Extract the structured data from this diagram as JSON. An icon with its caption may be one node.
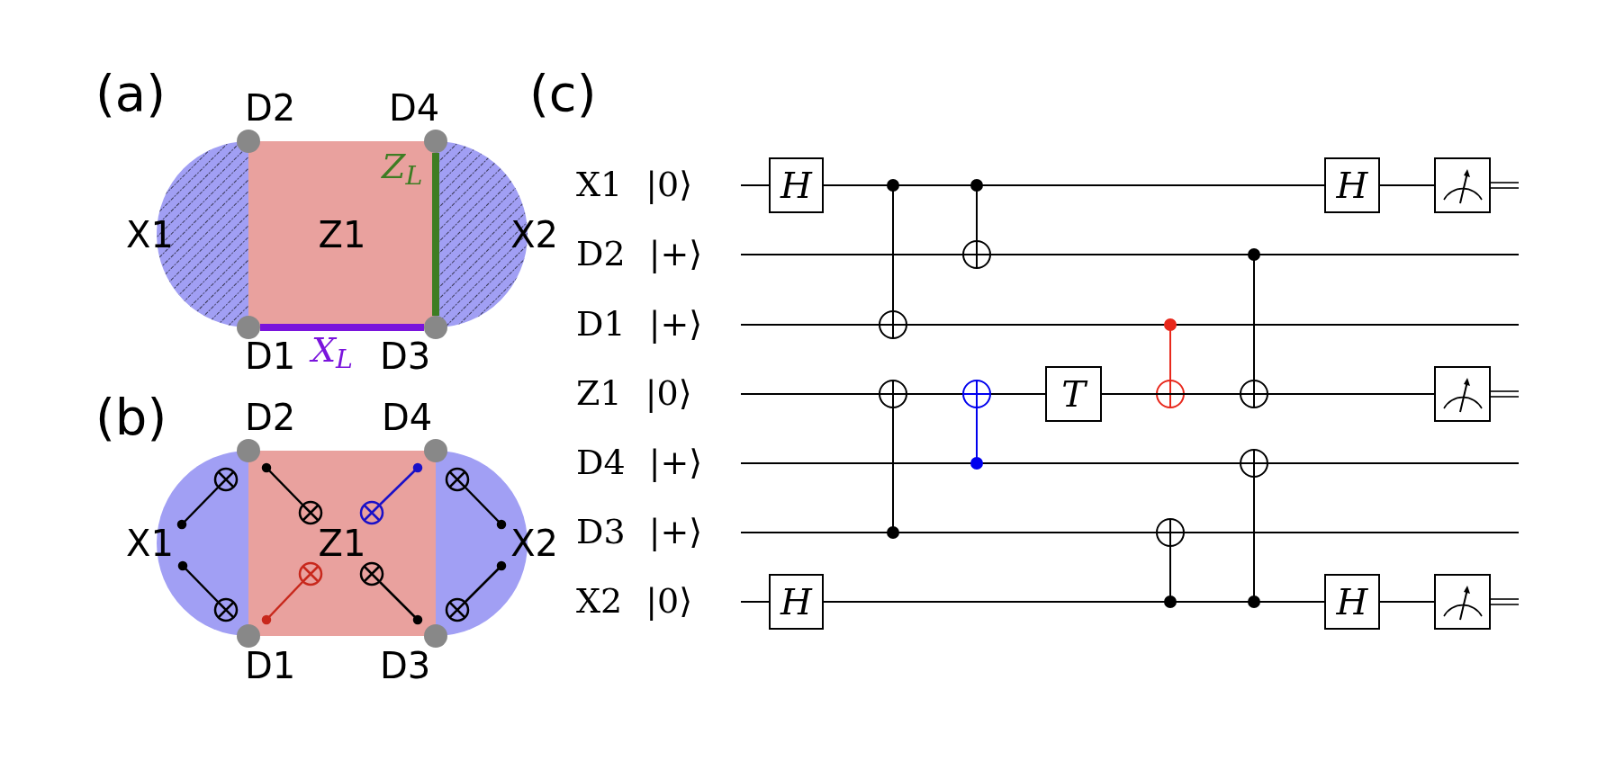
{
  "diagram": {
    "nodes": [
      {
        "text": [
          "X1"
        ]
      },
      {
        "text": [
          "Z1"
        ]
      },
      {
        "text": [
          "X2"
        ]
      },
      {
        "text": [
          "D2"
        ]
      },
      {
        "text": [
          "D4"
        ]
      },
      {
        "text": [
          "D1"
        ]
      },
      {
        "text": [
          "D3"
        ]
      },
      {
        "text": [
          "X1"
        ]
      },
      {
        "text": [
          "Z1"
        ]
      },
      {
        "text": [
          "X2"
        ]
      },
      {
        "text": [
          "D2"
        ]
      },
      {
        "text": [
          "D4"
        ]
      },
      {
        "text": [
          "D1"
        ]
      },
      {
        "text": [
          "D3"
        ]
      },
      {
        "text": [
          "H"
        ]
      },
      {
        "text": [
          "H"
        ]
      },
      {
        "text": [],
        "shape": "box"
      },
      {
        "text": [
          "T"
        ]
      },
      {
        "text": [],
        "shape": "box"
      },
      {
        "text": [
          "H"
        ]
      },
      {
        "text": [
          "H"
        ]
      },
      {
        "text": [],
        "shape": "box"
      }
    ],
    "edges": [
      {
        "from": 5,
        "to": 6,
        "arrow": "none",
        "label": "X$_{L}$",
        "style": "thick",
        "color": "#7a14dc"
      },
      {
        "from": 4,
        "to": 6,
        "arrow": "none",
        "label": "Z$_{L}$",
        "style": "thick",
        "color": "#3e7d23"
      },
      {
        "from": 14,
        "to": 15,
        "arrow": "none"
      },
      {
        "from": 15,
        "to": 16,
        "arrow": "none"
      },
      {
        "from": 17,
        "to": 18,
        "arrow": "none"
      },
      {
        "from": 19,
        "to": 20,
        "arrow": "none"
      },
      {
        "from": 20,
        "to": 21,
        "arrow": "none"
      }
    ],
    "labels": [
      "(a)",
      "(b)",
      "(c)",
      "X1 |0⟩",
      "D2 |+⟩",
      "D1 |+⟩",
      "Z1 |0⟩",
      "D4 |+⟩",
      "D3 |+⟩",
      "X2 |0⟩"
    ]
  }
}
